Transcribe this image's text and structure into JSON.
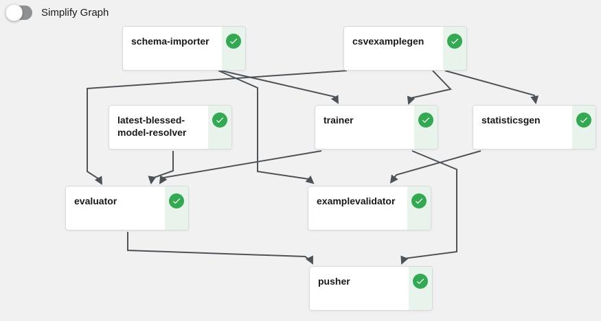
{
  "toolbar": {
    "toggle_label": "Simplify Graph",
    "toggle_state": "off"
  },
  "graph": {
    "nodes": [
      {
        "id": "schema-importer",
        "label": "schema-importer",
        "status": "success"
      },
      {
        "id": "csvexamplegen",
        "label": "csvexamplegen",
        "status": "success"
      },
      {
        "id": "latest-blessed-model-resolver",
        "label": "latest-blessed-model-resolver",
        "status": "success"
      },
      {
        "id": "trainer",
        "label": "trainer",
        "status": "success"
      },
      {
        "id": "statisticsgen",
        "label": "statisticsgen",
        "status": "success"
      },
      {
        "id": "evaluator",
        "label": "evaluator",
        "status": "success"
      },
      {
        "id": "examplevalidator",
        "label": "examplevalidator",
        "status": "success"
      },
      {
        "id": "pusher",
        "label": "pusher",
        "status": "success"
      }
    ],
    "edges": [
      {
        "from": "schema-importer",
        "to": "trainer"
      },
      {
        "from": "schema-importer",
        "to": "examplevalidator"
      },
      {
        "from": "csvexamplegen",
        "to": "evaluator"
      },
      {
        "from": "csvexamplegen",
        "to": "trainer"
      },
      {
        "from": "csvexamplegen",
        "to": "statisticsgen"
      },
      {
        "from": "latest-blessed-model-resolver",
        "to": "evaluator"
      },
      {
        "from": "trainer",
        "to": "evaluator"
      },
      {
        "from": "trainer",
        "to": "pusher"
      },
      {
        "from": "statisticsgen",
        "to": "examplevalidator"
      },
      {
        "from": "evaluator",
        "to": "pusher"
      }
    ]
  },
  "colors": {
    "background": "#f1f1f2",
    "node_border": "#d9dadb",
    "status_strip": "#e8f3ec",
    "status_green": "#35a854",
    "edge": "#4d5257",
    "text": "#17181a"
  }
}
